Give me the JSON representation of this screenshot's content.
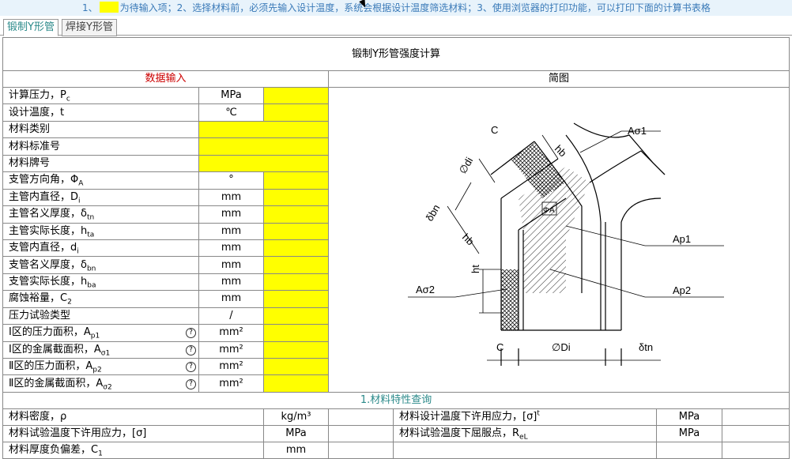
{
  "banner": {
    "prefix": "1、",
    "text": "为待输入项；2、选择材料前，必须先输入设计温度，系统会根据设计温度筛选材料；3、使用浏览器的打印功能，可以打印下面的计算书表格",
    "highlight_color": "#ffff00"
  },
  "tabs": [
    {
      "label": "锻制Y形管",
      "active": true
    },
    {
      "label": "焊接Y形管",
      "active": false
    }
  ],
  "title": "锻制Y形管强度计算",
  "section_input": "数据输入",
  "section_diagram": "简图",
  "rows": [
    {
      "label": "计算压力，P",
      "sub": "c",
      "unit": "MPa",
      "help": false
    },
    {
      "label": "设计温度，t",
      "sub": "",
      "unit": "℃",
      "help": false
    },
    {
      "label": "材料类别",
      "sub": "",
      "unit": "",
      "help": false,
      "wide": true
    },
    {
      "label": "材料标准号",
      "sub": "",
      "unit": "",
      "help": false,
      "wide": true
    },
    {
      "label": "材料牌号",
      "sub": "",
      "unit": "",
      "help": false,
      "wide": true
    },
    {
      "label": "支管方向角，Φ",
      "sub": "A",
      "unit": "°",
      "help": false
    },
    {
      "label": "主管内直径，D",
      "sub": "i",
      "unit": "mm",
      "help": false
    },
    {
      "label": "主管名义厚度，δ",
      "sub": "tn",
      "unit": "mm",
      "help": false
    },
    {
      "label": "主管实际长度，h",
      "sub": "ta",
      "unit": "mm",
      "help": false
    },
    {
      "label": "支管内直径，d",
      "sub": "i",
      "unit": "mm",
      "help": false
    },
    {
      "label": "支管名义厚度，δ",
      "sub": "bn",
      "unit": "mm",
      "help": false
    },
    {
      "label": "支管实际长度，h",
      "sub": "ba",
      "unit": "mm",
      "help": false
    },
    {
      "label": "腐蚀裕量，C",
      "sub": "2",
      "unit": "mm",
      "help": false
    },
    {
      "label": "压力试验类型",
      "sub": "",
      "unit": "/",
      "help": false
    },
    {
      "label": "Ⅰ区的压力面积，A",
      "sub": "p1",
      "unit": "mm²",
      "help": true
    },
    {
      "label": "Ⅰ区的金属截面积，A",
      "sub": "σ1",
      "unit": "mm²",
      "help": true
    },
    {
      "label": "Ⅱ区的压力面积，A",
      "sub": "p2",
      "unit": "mm²",
      "help": true
    },
    {
      "label": "Ⅱ区的金属截面积，A",
      "sub": "σ2",
      "unit": "mm²",
      "help": true
    }
  ],
  "help_icon": "?",
  "section_material": "1.材料特性查询",
  "material_rows": [
    {
      "l1": "材料密度，ρ",
      "u1": "kg/m³",
      "l2": "材料设计温度下许用应力，[σ]",
      "sup2": "t",
      "sub2": "",
      "u2": "MPa"
    },
    {
      "l1": "材料试验温度下许用应力，[σ]",
      "u1": "MPa",
      "l2": "材料试验温度下屈服点，R",
      "sup2": "",
      "sub2": "eL",
      "u2": "MPa"
    },
    {
      "l1": "材料厚度负偏差，C",
      "sub1": "1",
      "u1": "mm",
      "l2": "",
      "u2": ""
    }
  ],
  "diagram": {
    "labels": {
      "c_top": "C",
      "hb_top": "hb",
      "a_sigma1": "Aσ1",
      "di": "∅di",
      "dbn": "δbn",
      "phi_a": "ΦA",
      "ap1": "Ap1",
      "hb_left": "hb",
      "ht": "ht",
      "ap2": "Ap2",
      "a_sigma2": "Aσ2",
      "c_bottom": "C",
      "d_big": "∅Di",
      "dtn": "δtn"
    }
  }
}
